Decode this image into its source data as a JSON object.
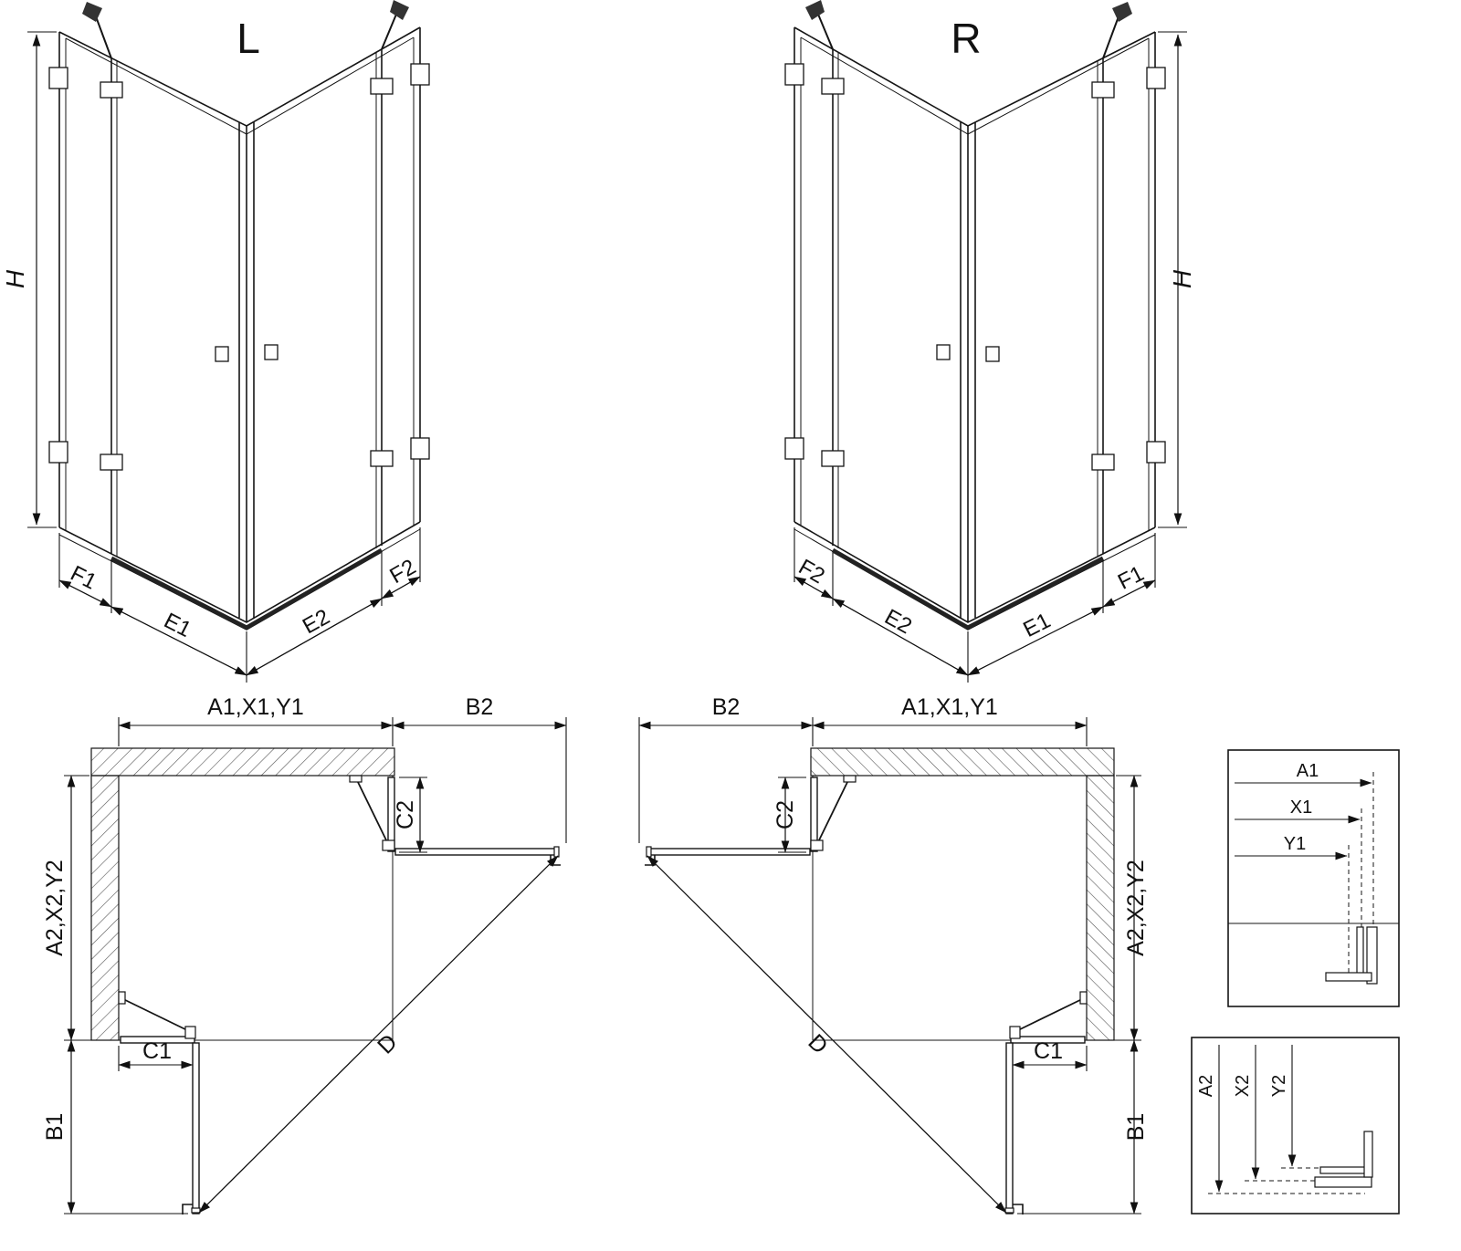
{
  "perspective_left": {
    "label": "L",
    "dim_h": "H",
    "dim_f1": "F1",
    "dim_e1": "E1",
    "dim_e2": "E2",
    "dim_f2": "F2"
  },
  "perspective_right": {
    "label": "R",
    "dim_h": "H",
    "dim_f1": "F1",
    "dim_e1": "E1",
    "dim_e2": "E2",
    "dim_f2": "F2"
  },
  "plan_left": {
    "dim_width": "A1,X1,Y1",
    "dim_door_right": "B2",
    "dim_fixed_right": "C2",
    "dim_depth": "A2,X2,Y2",
    "dim_fixed_bottom": "C1",
    "dim_door_bottom": "B1",
    "dim_entry_diagonal": "D"
  },
  "plan_right": {
    "dim_door_left": "B2",
    "dim_width": "A1,X1,Y1",
    "dim_fixed_left": "C2",
    "dim_depth": "A2,X2,Y2",
    "dim_fixed_bottom": "C1",
    "dim_door_bottom": "B1",
    "dim_entry_diagonal": "D"
  },
  "detail_top": {
    "labels": [
      "A1",
      "X1",
      "Y1"
    ]
  },
  "detail_bottom": {
    "labels": [
      "A2",
      "X2",
      "Y2"
    ]
  }
}
